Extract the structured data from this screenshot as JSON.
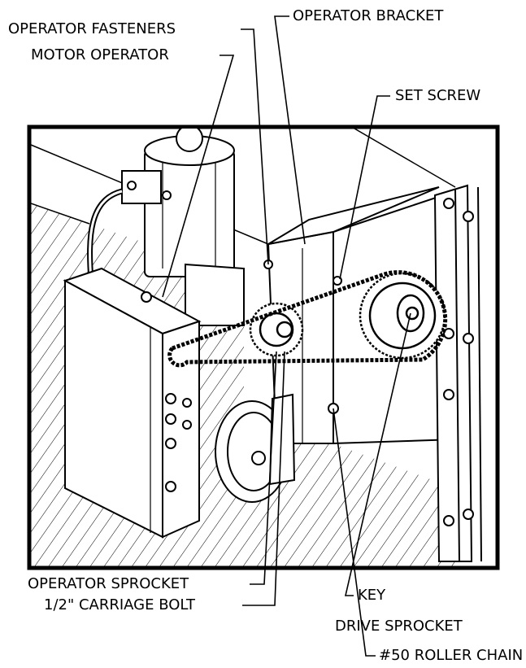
{
  "diagram": {
    "labels": {
      "operator_fasteners": "OPERATOR FASTENERS",
      "operator_bracket": "OPERATOR BRACKET",
      "motor_operator": "MOTOR OPERATOR",
      "set_screw": "SET SCREW",
      "operator_sprocket": "OPERATOR SPROCKET",
      "carriage_bolt": "1/2\" CARRIAGE BOLT",
      "key": "KEY",
      "drive_sprocket": "DRIVE SPROCKET",
      "roller_chain": "#50 ROLLER CHAIN"
    },
    "colors": {
      "line": "#000000",
      "background": "#ffffff"
    }
  }
}
